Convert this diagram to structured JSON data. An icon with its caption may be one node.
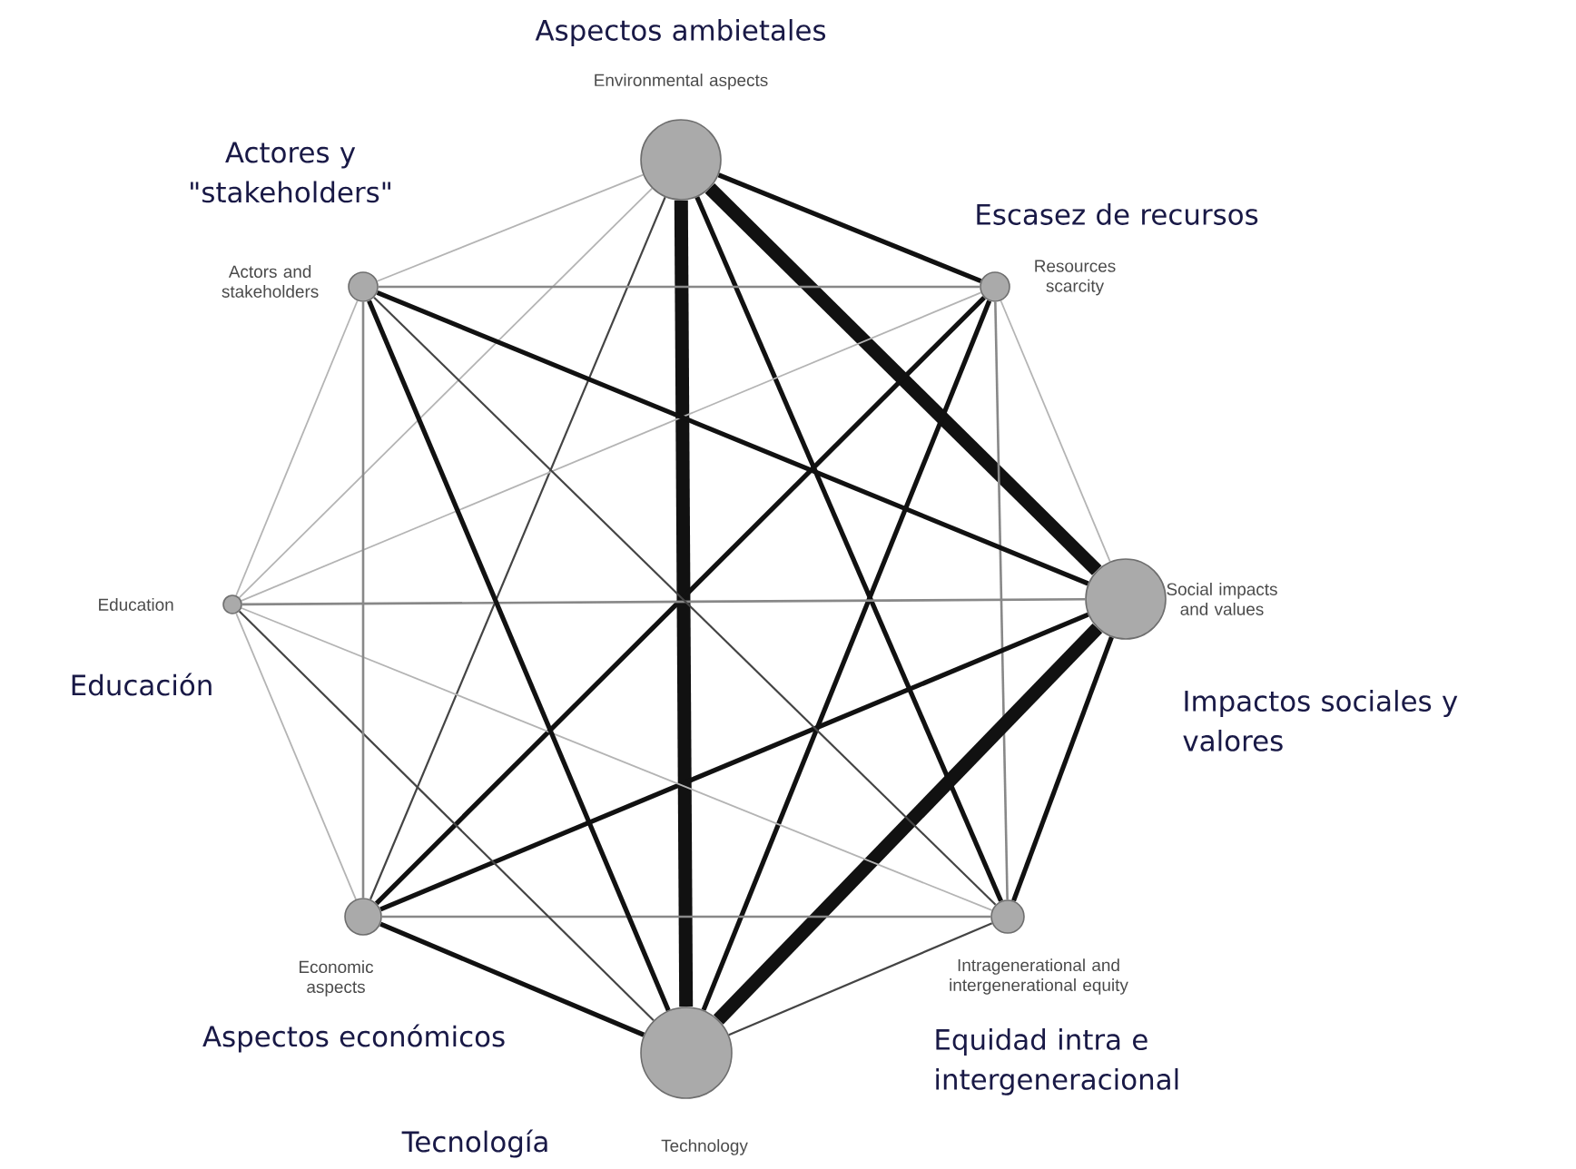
{
  "diagram": {
    "nodes": [
      {
        "text": [
          "Environmental aspects"
        ],
        "beside": [
          "Aspectos ambietales"
        ]
      },
      {
        "text": [
          "Resources scarcity"
        ],
        "beside": [
          "Escasez de recursos"
        ]
      },
      {
        "text": [
          "Social impacts and values"
        ],
        "beside": [
          "Impactos sociales y valores"
        ]
      },
      {
        "text": [
          "Intragenerational and intergenerational equity"
        ],
        "beside": [
          "Equidad intra e intergeneracional"
        ]
      },
      {
        "text": [
          "Technology"
        ],
        "beside": [
          "Tecnología"
        ]
      },
      {
        "text": [
          "Economic aspects"
        ],
        "beside": [
          "Aspectos económicos"
        ]
      },
      {
        "text": [
          "Education"
        ],
        "beside": [
          "Educación"
        ]
      },
      {
        "text": [
          "Actors and stakeholders"
        ],
        "beside": [
          "Actores y \"stakeholders\""
        ]
      }
    ],
    "edges": [
      {
        "from": 0,
        "to": 1,
        "arrow": "none"
      },
      {
        "from": 0,
        "to": 2,
        "arrow": "none",
        "style": "thick"
      },
      {
        "from": 0,
        "to": 3,
        "arrow": "none"
      },
      {
        "from": 0,
        "to": 4,
        "arrow": "none",
        "style": "thick"
      },
      {
        "from": 0,
        "to": 5,
        "arrow": "none",
        "color": "#444444"
      },
      {
        "from": 0,
        "to": 6,
        "arrow": "none",
        "color": "#b4b4b4"
      },
      {
        "from": 0,
        "to": 7,
        "arrow": "none",
        "color": "#b4b4b4"
      },
      {
        "from": 1,
        "to": 2,
        "arrow": "none",
        "color": "#b4b4b4"
      },
      {
        "from": 1,
        "to": 3,
        "arrow": "none",
        "color": "#888888"
      },
      {
        "from": 1,
        "to": 4,
        "arrow": "none"
      },
      {
        "from": 1,
        "to": 5,
        "arrow": "none"
      },
      {
        "from": 1,
        "to": 6,
        "arrow": "none",
        "color": "#b4b4b4"
      },
      {
        "from": 1,
        "to": 7,
        "arrow": "none",
        "color": "#888888"
      },
      {
        "from": 2,
        "to": 3,
        "arrow": "none"
      },
      {
        "from": 2,
        "to": 4,
        "arrow": "none",
        "style": "thick"
      },
      {
        "from": 2,
        "to": 5,
        "arrow": "none"
      },
      {
        "from": 2,
        "to": 6,
        "arrow": "none",
        "color": "#888888"
      },
      {
        "from": 2,
        "to": 7,
        "arrow": "none"
      },
      {
        "from": 3,
        "to": 4,
        "arrow": "none",
        "color": "#444444"
      },
      {
        "from": 3,
        "to": 5,
        "arrow": "none",
        "color": "#888888"
      },
      {
        "from": 3,
        "to": 6,
        "arrow": "none",
        "color": "#b4b4b4"
      },
      {
        "from": 3,
        "to": 7,
        "arrow": "none",
        "color": "#444444"
      },
      {
        "from": 4,
        "to": 5,
        "arrow": "none"
      },
      {
        "from": 4,
        "to": 6,
        "arrow": "none",
        "color": "#444444"
      },
      {
        "from": 4,
        "to": 7,
        "arrow": "none"
      },
      {
        "from": 5,
        "to": 6,
        "arrow": "none",
        "color": "#b4b4b4"
      },
      {
        "from": 5,
        "to": 7,
        "arrow": "none",
        "color": "#888888"
      },
      {
        "from": 6,
        "to": 7,
        "arrow": "none",
        "color": "#b4b4b4"
      }
    ]
  }
}
